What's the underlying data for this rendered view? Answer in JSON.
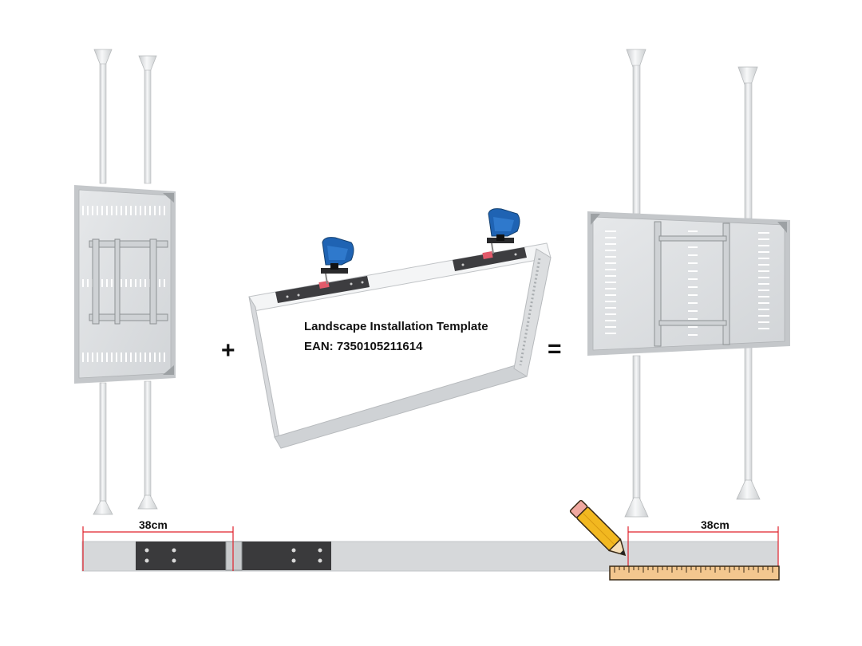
{
  "template": {
    "title": "Landscape Installation Template",
    "ean": "EAN: 7350105211614"
  },
  "measurements": {
    "left": "38cm",
    "right": "38cm"
  },
  "operators": {
    "plus": "+",
    "equals": "="
  },
  "colors": {
    "measure_line": "#e0202b",
    "pole": "#eceeef",
    "frame": "#d6d8da",
    "plate": "#3a3a3c",
    "jigsaw_blue": "#1f63b3",
    "pencil": "#f2b820",
    "ruler": "#f3c78f"
  }
}
